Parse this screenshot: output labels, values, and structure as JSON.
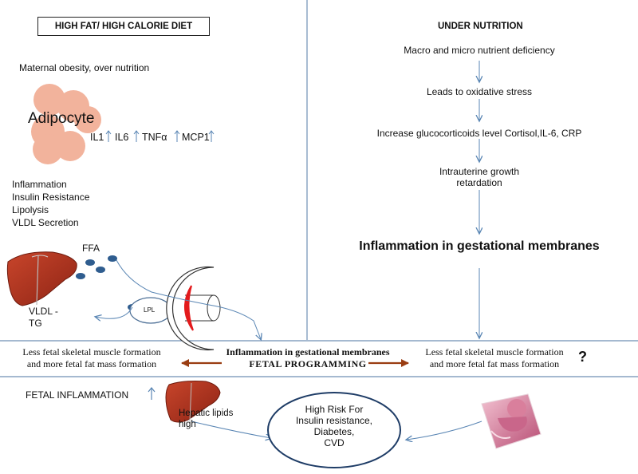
{
  "left": {
    "title": "HIGH FAT/ HIGH CALORIE DIET",
    "maternal": "Maternal obesity, over nutrition",
    "adipocyte": "Adipocyte",
    "cytokines": [
      "IL1",
      "IL6",
      "TNFα",
      "MCP1"
    ],
    "effects": [
      "Inflammation",
      "Insulin Resistance",
      "Lipolysis",
      "VLDL Secretion"
    ],
    "ffa": "FFA",
    "lpl": "LPL",
    "vldl_line1": "VLDL -",
    "vldl_line2": "TG"
  },
  "right": {
    "title": "UNDER NUTRITION",
    "steps": [
      "Macro and micro nutrient deficiency",
      "Leads to oxidative stress",
      "Increase glucocorticoids level Cortisol,IL-6, CRP"
    ],
    "iugr_line1": "Intrauterine  growth",
    "iugr_line2": "retardation",
    "big": "Inflammation in gestational membranes"
  },
  "middle": {
    "left_line1": "Less fetal skeletal muscle formation",
    "left_line2": "and more fetal fat mass formation",
    "center_line1": "Inflammation in gestational membranes",
    "center_line2": "FETAL  PROGRAMMING",
    "right_line1": "Less fetal skeletal muscle formation",
    "right_line2": "and more fetal fat mass formation",
    "question": "?"
  },
  "bottom": {
    "fetal_inflammation": "FETAL INFLAMMATION",
    "hepatic_line1": "Hepatic lipids",
    "hepatic_line2": "high",
    "risk_line1": "High Risk For",
    "risk_line2": "Insulin resistance,",
    "risk_line3": "Diabetes,",
    "risk_line4": "CVD"
  },
  "colors": {
    "arrow_blue": "#5a86b4",
    "arrow_brown": "#9a3d12",
    "liver": "#b2341f",
    "adipocyte": "#f2b39c",
    "membrane_red": "#e31a1c",
    "ffa_dot": "#2f5d8f"
  }
}
